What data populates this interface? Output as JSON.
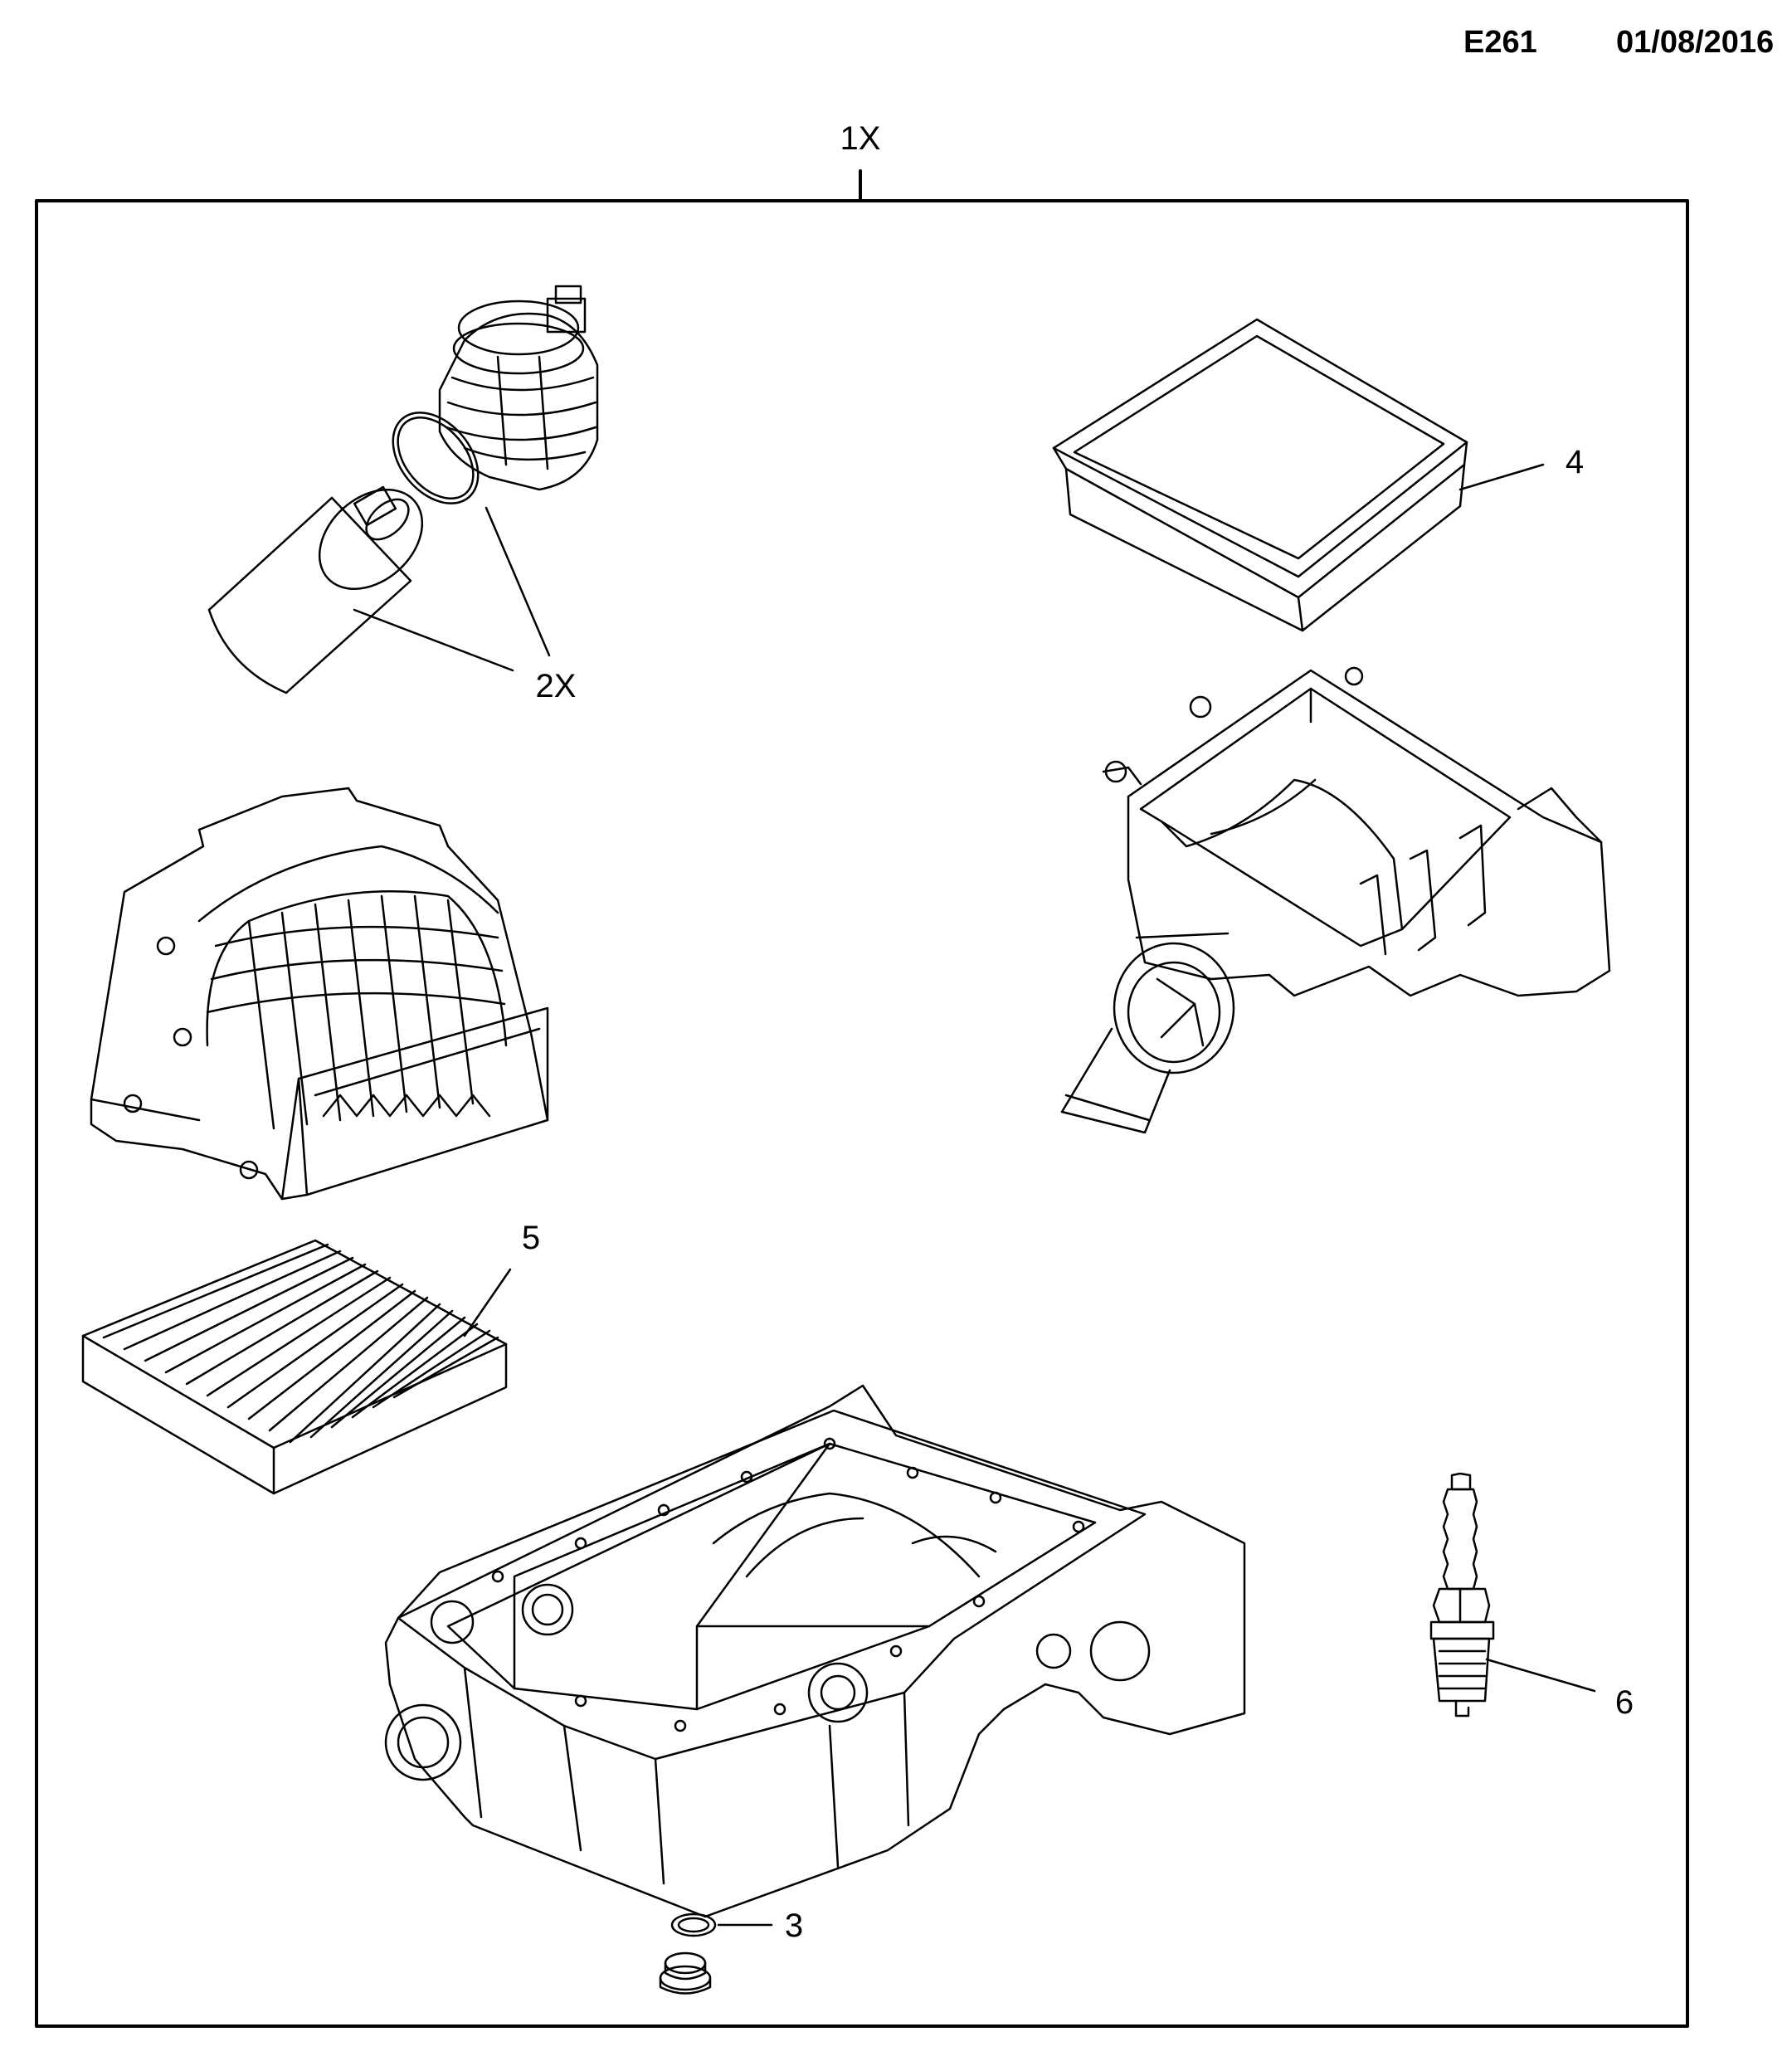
{
  "header": {
    "code": "E261",
    "date": "01/08/2016"
  },
  "callouts": {
    "kit": "1X",
    "oil_filter": "2X",
    "drain_seal": "3",
    "air_filter": "4",
    "cabin_filter": "5",
    "spark_plug": "6"
  }
}
